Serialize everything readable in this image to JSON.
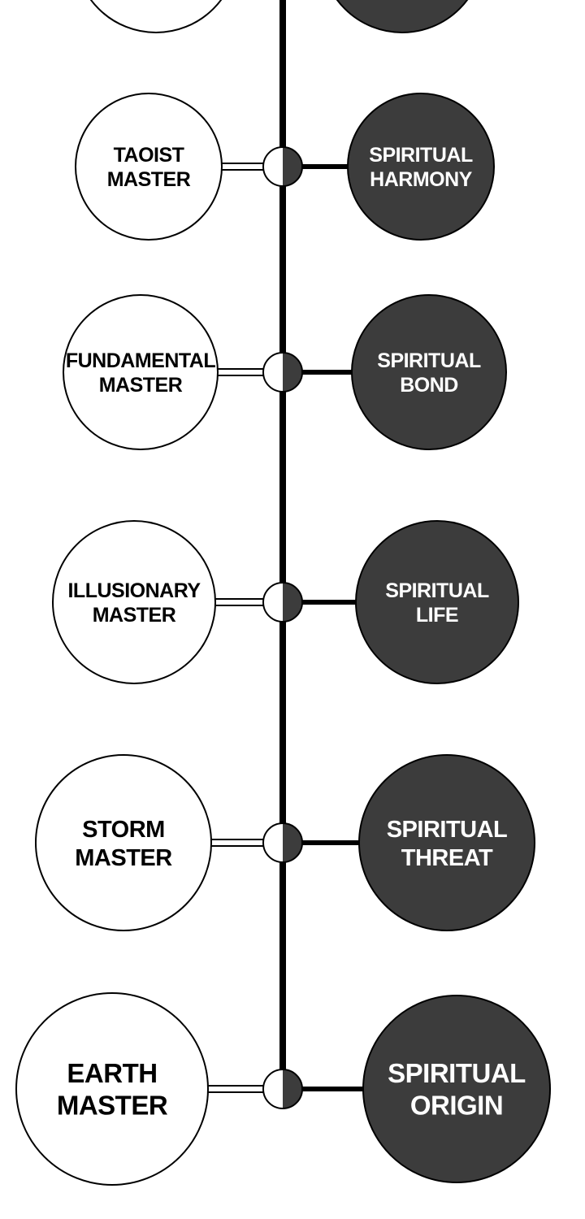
{
  "diagram": {
    "colors": {
      "background": "#ffffff",
      "line": "#000000",
      "light_node_fill": "#ffffff",
      "dark_node_fill": "#3c3c3c",
      "light_text": "#000000",
      "dark_text": "#ffffff"
    },
    "rows": [
      {
        "left": [],
        "right": []
      },
      {
        "left": [
          "TAOIST",
          "MASTER"
        ],
        "right": [
          "SPIRITUAL",
          "HARMONY"
        ]
      },
      {
        "left": [
          "FUNDAMENTAL",
          "MASTER"
        ],
        "right": [
          "SPIRITUAL",
          "BOND"
        ]
      },
      {
        "left": [
          "ILLUSIONARY",
          "MASTER"
        ],
        "right": [
          "SPIRITUAL",
          "LIFE"
        ]
      },
      {
        "left": [
          "STORM",
          "MASTER"
        ],
        "right": [
          "SPIRITUAL",
          "THREAT"
        ]
      },
      {
        "left": [
          "EARTH",
          "MASTER"
        ],
        "right": [
          "SPIRITUAL",
          "ORIGIN"
        ]
      }
    ]
  }
}
